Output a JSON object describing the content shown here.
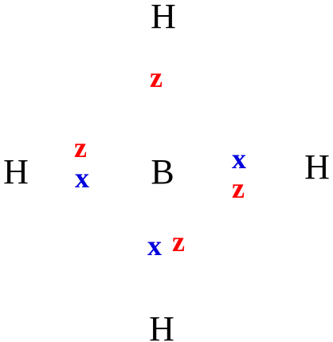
{
  "colors": {
    "background": "#ffffff",
    "atom": "#000000",
    "electron_z": "#ff0000",
    "electron_x": "#0000dd"
  },
  "atoms": {
    "center": "B",
    "top": "H",
    "left": "H",
    "right": "H",
    "bottom": "H"
  },
  "electrons": {
    "top_z": "z",
    "left_z": "z",
    "left_x": "x",
    "right_x": "x",
    "right_z": "z",
    "bottom_x": "x",
    "bottom_z": "z"
  }
}
